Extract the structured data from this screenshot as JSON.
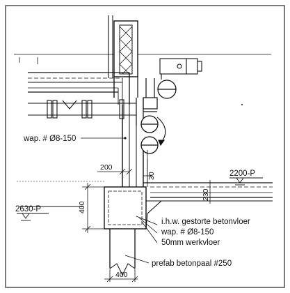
{
  "drawing": {
    "labels": {
      "reinforcement_top": "wap. # Ø8-150",
      "floor_cast": "i.h.w. gestorte betonvloer",
      "reinforcement_bottom": "wap. # Ø8-150",
      "work_floor": "50mm werkvloer",
      "pile": "prefab betonpaal #250"
    },
    "levels": {
      "right": "2200-P",
      "left": "2630-P"
    },
    "dimensions": {
      "d200": "200",
      "d30": "30",
      "d230": "230",
      "d400_vertical": "400",
      "d400_horizontal": "400"
    }
  }
}
